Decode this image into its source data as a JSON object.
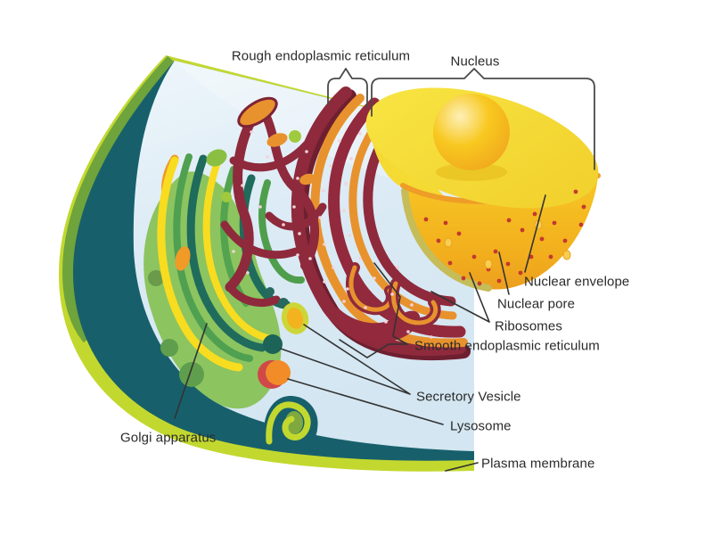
{
  "labels": {
    "rough_er": "Rough endoplasmic reticulum",
    "nucleus": "Nucleus",
    "nuclear_envelope": "Nuclear envelope",
    "nuclear_pore": "Nuclear pore",
    "ribosomes": "Ribosomes",
    "smooth_er": "Smooth endoplasmic reticulum",
    "secretory_vesicle": "Secretory Vesicle",
    "lysosome": "Lysosome",
    "golgi": "Golgi apparatus",
    "plasma_membrane": "Plasma membrane"
  },
  "colors": {
    "background": "#ffffff",
    "cytoplasm": "#d9eaf4",
    "membrane_outer_green": "#6fa33c",
    "membrane_yellow_green": "#c3d82f",
    "cell_interior_teal": "#17606b",
    "er_maroon": "#93293c",
    "er_orange": "#e8922e",
    "nucleus_yellow": "#f6e03a",
    "nucleus_dome_orange": "#f2ae1d",
    "nucleolus_gold": "#f6be1c",
    "golgi_green": "#8cc45f",
    "golgi_teal": "#1f6b5c",
    "golgi_yellow": "#f8dc20",
    "lysosome_orange": "#f28c28",
    "lysosome_ring_red": "#d04848",
    "vesicle_teal": "#1c6358",
    "leader_line": "#333333",
    "label_text": "#2a2a2a"
  }
}
